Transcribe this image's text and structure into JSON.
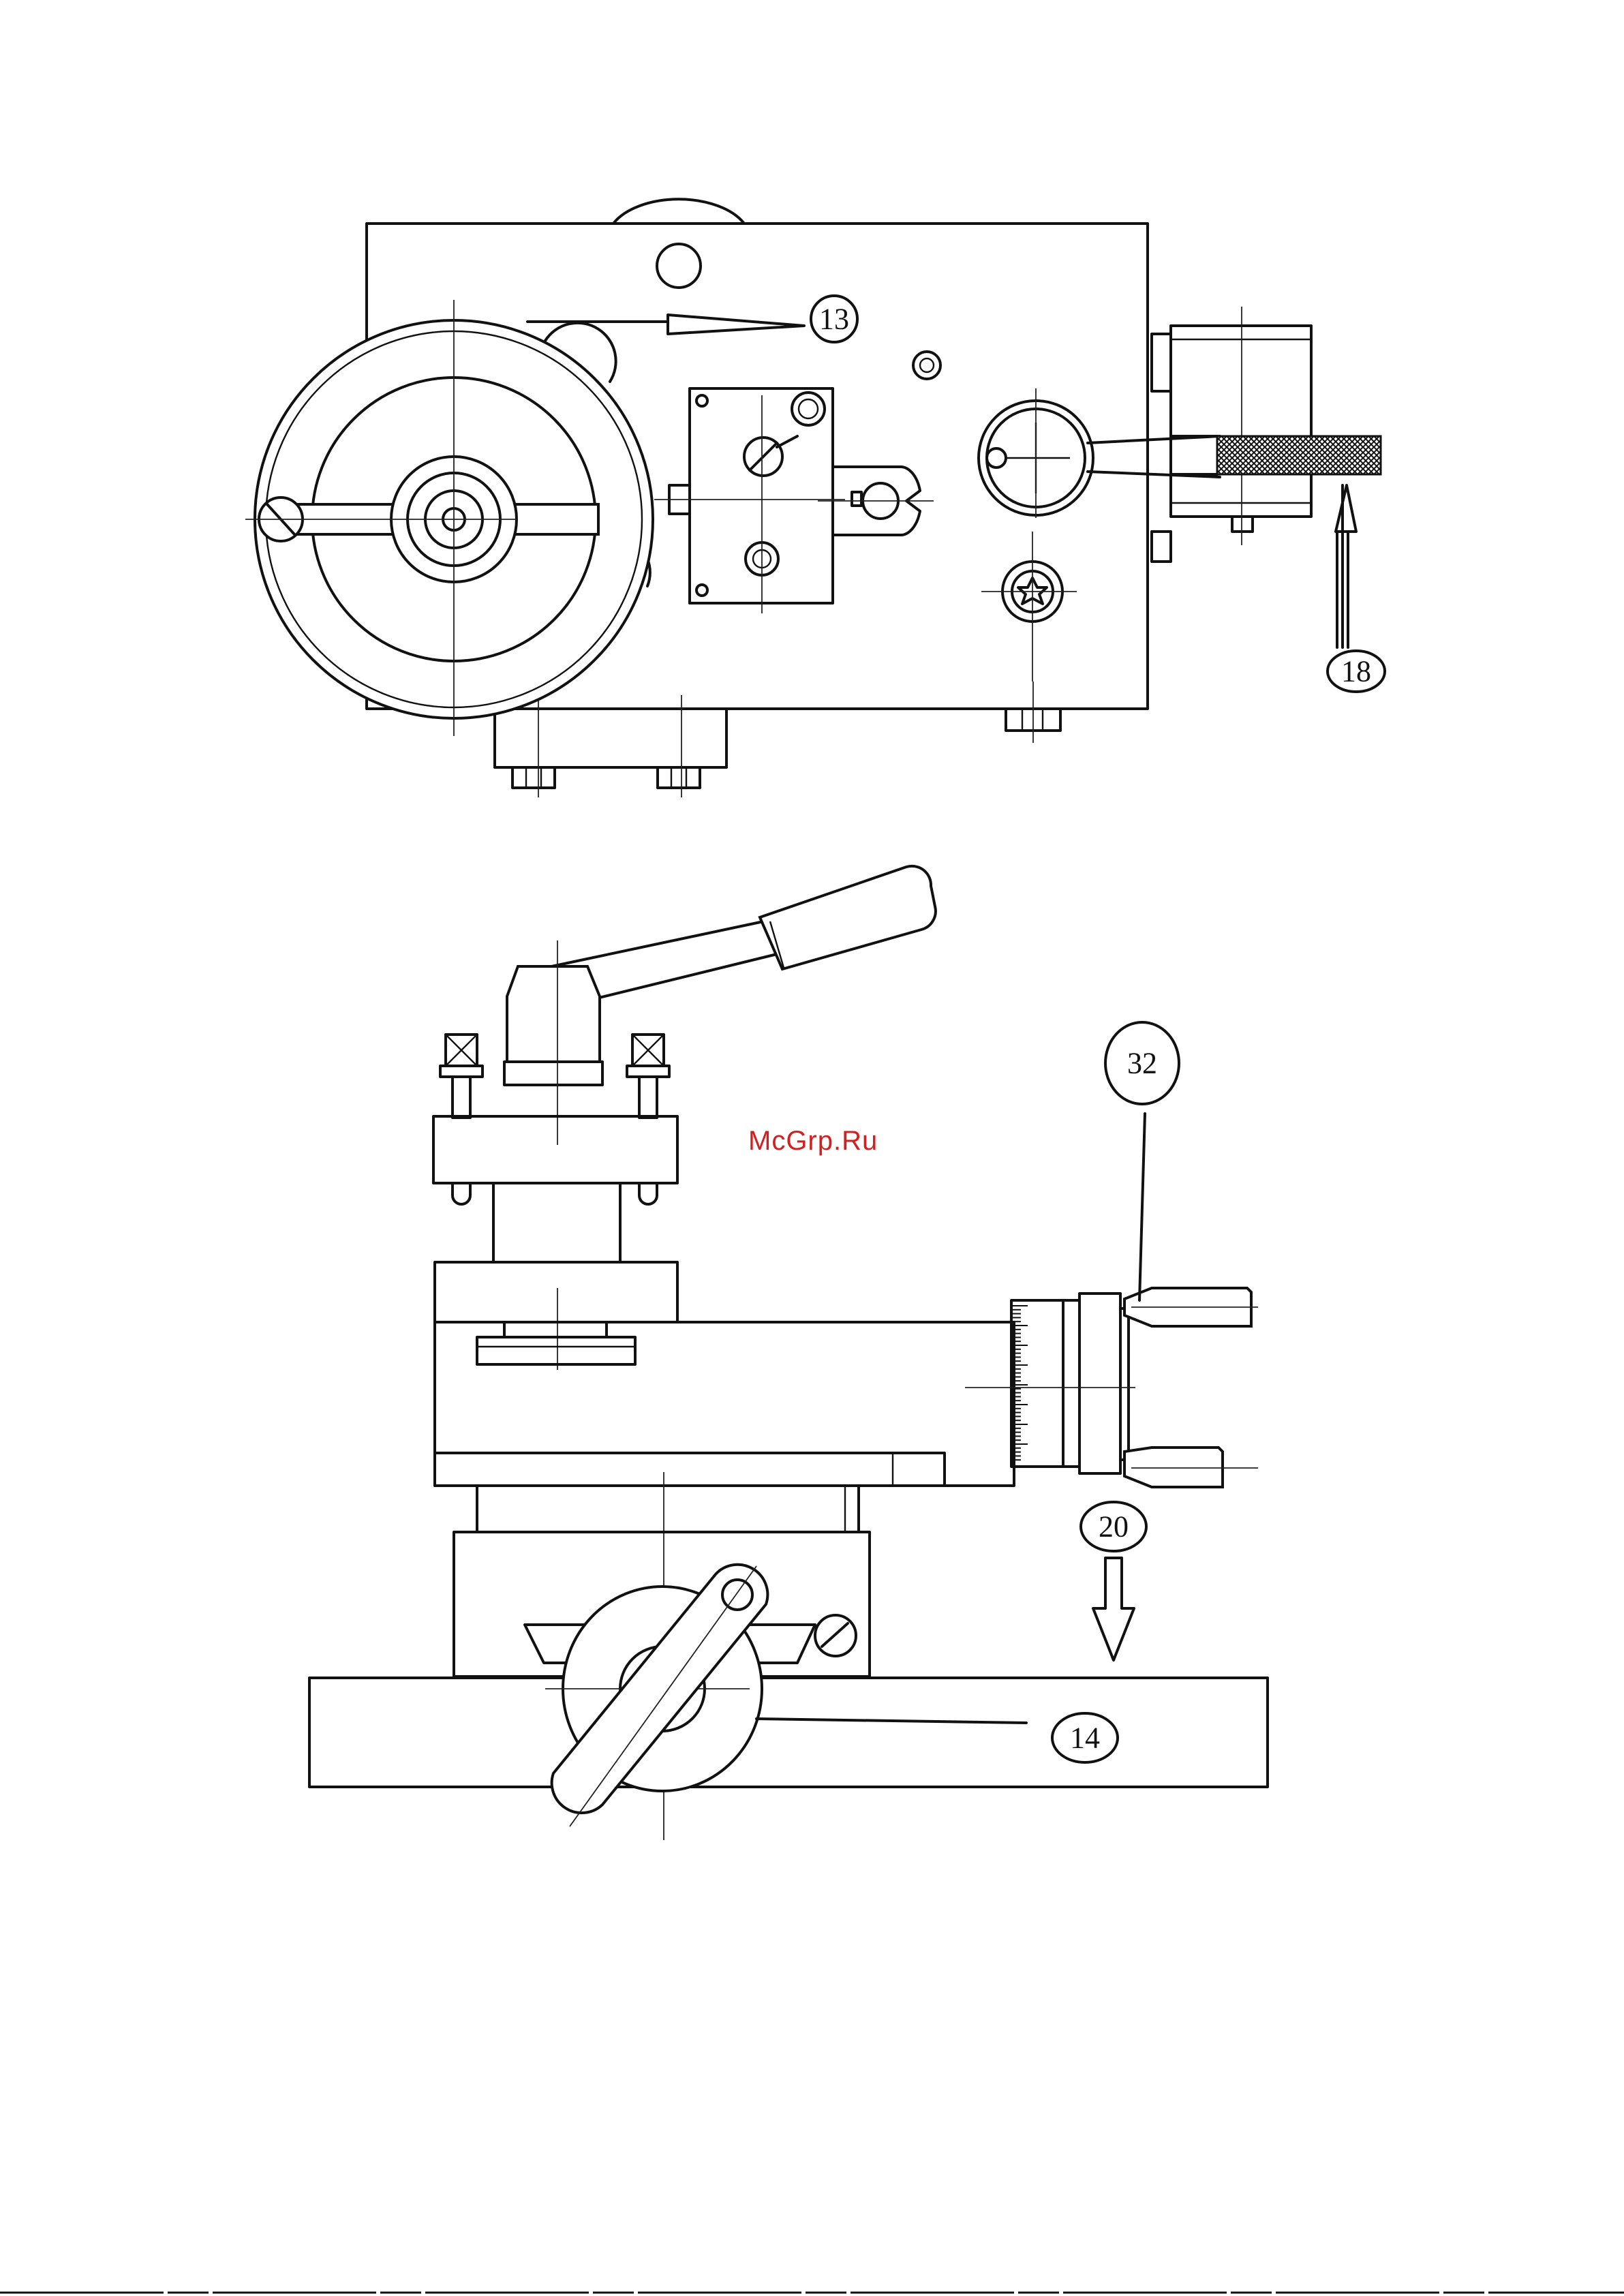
{
  "watermark": "McGrp.Ru",
  "callouts": [
    {
      "id": "c13",
      "label": "13"
    },
    {
      "id": "c18",
      "label": "18"
    },
    {
      "id": "c32",
      "label": "32"
    },
    {
      "id": "c20",
      "label": "20"
    },
    {
      "id": "c14",
      "label": "14"
    }
  ],
  "colors": {
    "line": "#111111",
    "watermark": "#d21f1f",
    "background": "#ffffff"
  }
}
